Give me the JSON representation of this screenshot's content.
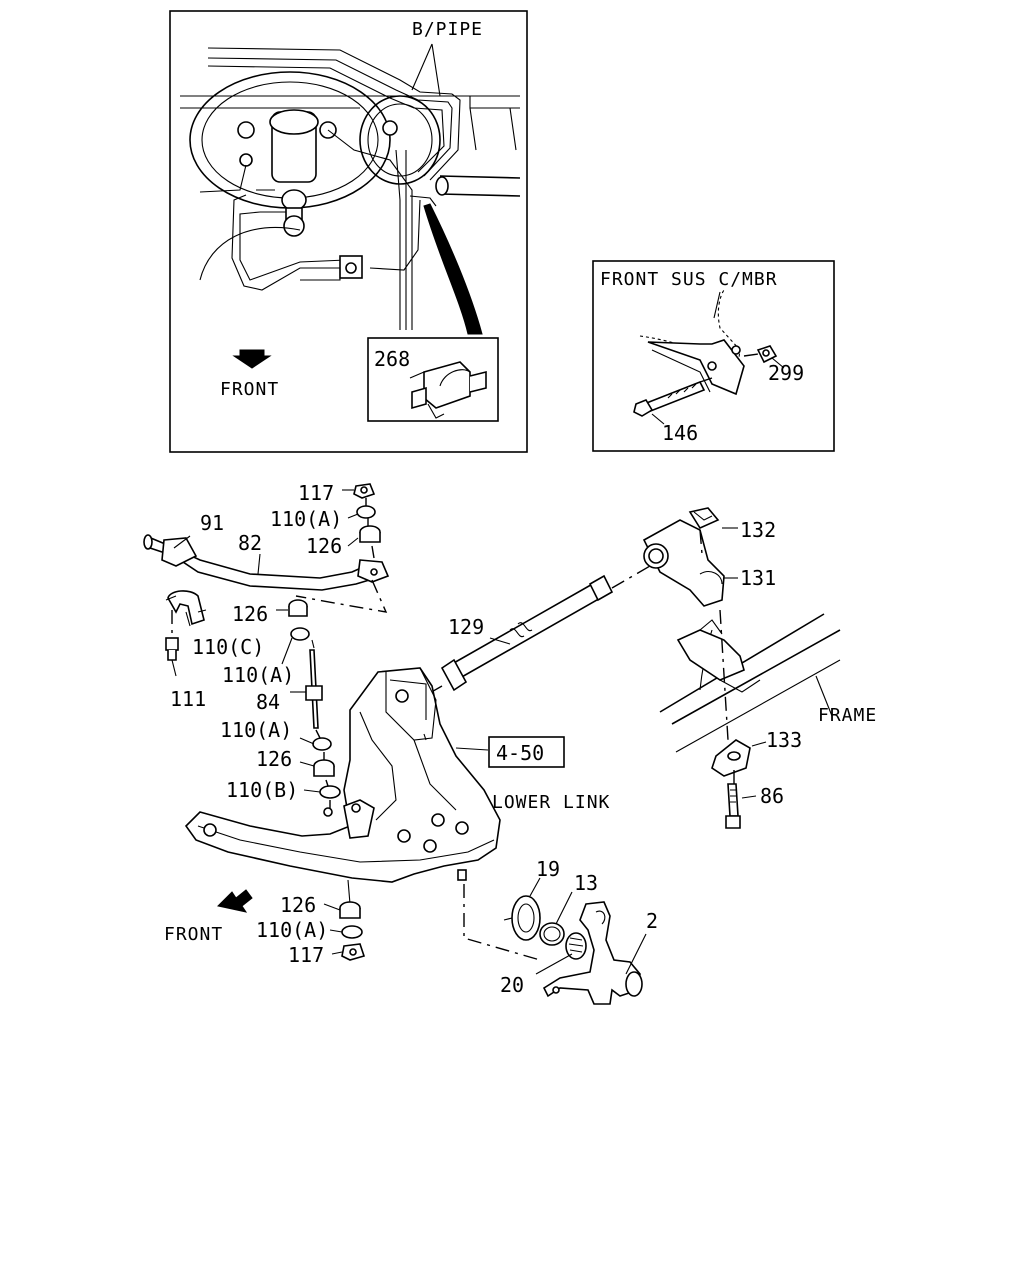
{
  "inset_brake": {
    "pipe_label": "B/PIPE",
    "front_label": "FRONT",
    "clip_part": "268"
  },
  "inset_crossmember": {
    "title": "FRONT SUS C/MBR",
    "bolt_part": "146",
    "nut_part": "299"
  },
  "main": {
    "parts": {
      "p117_top": "117",
      "p110A_top": "110(A)",
      "p126_top": "126",
      "p91": "91",
      "p82": "82",
      "p126_mid": "126",
      "p110C": "110(C)",
      "p110A_mid": "110(A)",
      "p111": "111",
      "p84": "84",
      "p110A_low": "110(A)",
      "p126_low": "126",
      "p110B": "110(B)",
      "p129": "129",
      "p132": "132",
      "p131": "131",
      "p133": "133",
      "p86": "86",
      "p19": "19",
      "p13": "13",
      "p2": "2",
      "p20": "20",
      "p126_bot": "126",
      "p110A_bot": "110(A)",
      "p117_bot": "117"
    },
    "ref_box": "4-50",
    "lower_link_label": "LOWER LINK",
    "frame_label": "FRAME",
    "front_label": "FRONT"
  }
}
